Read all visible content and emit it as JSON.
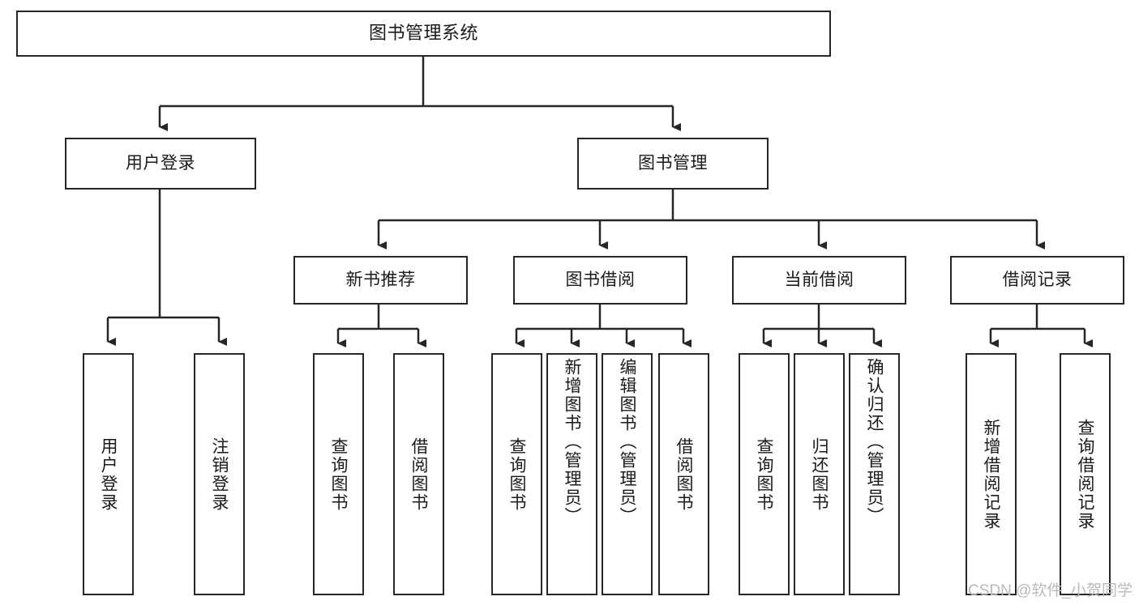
{
  "diagram": {
    "type": "tree-hierarchy",
    "title": "图书管理系统",
    "watermark": "CSDN @软件_小贺同学",
    "colors": {
      "stroke": "#262626",
      "background": "#ffffff",
      "text": "#1a1a1a",
      "watermark": "#b9b9b9"
    },
    "nodes": {
      "root": {
        "label": "图书管理系统"
      },
      "level2": [
        {
          "id": "user-login",
          "label": "用户登录"
        },
        {
          "id": "book-manage",
          "label": "图书管理"
        }
      ],
      "level3": [
        {
          "id": "new-book-recommend",
          "label": "新书推荐"
        },
        {
          "id": "book-borrow",
          "label": "图书借阅"
        },
        {
          "id": "current-borrow",
          "label": "当前借阅"
        },
        {
          "id": "borrow-record",
          "label": "借阅记录"
        }
      ],
      "leaves": {
        "user-login": [
          {
            "id": "leaf-user-login",
            "label": "用户登录"
          },
          {
            "id": "leaf-logout-login",
            "label": "注销登录"
          }
        ],
        "new-book-recommend": [
          {
            "id": "leaf-query-book-1",
            "label": "查询图书"
          },
          {
            "id": "leaf-borrow-book-1",
            "label": "借阅图书"
          }
        ],
        "book-borrow": [
          {
            "id": "leaf-query-book-2",
            "label": "查询图书"
          },
          {
            "id": "leaf-add-book-admin",
            "label": "新增图书（管理员）"
          },
          {
            "id": "leaf-edit-book-admin",
            "label": "编辑图书（管理员）"
          },
          {
            "id": "leaf-borrow-book-2",
            "label": "借阅图书"
          }
        ],
        "current-borrow": [
          {
            "id": "leaf-query-book-3",
            "label": "查询图书"
          },
          {
            "id": "leaf-return-book",
            "label": "归还图书"
          },
          {
            "id": "leaf-confirm-return-admin",
            "label": "确认归还（管理员）"
          }
        ],
        "borrow-record": [
          {
            "id": "leaf-add-borrow-record",
            "label": "新增借阅记录"
          },
          {
            "id": "leaf-query-borrow-record",
            "label": "查询借阅记录"
          }
        ]
      }
    }
  }
}
